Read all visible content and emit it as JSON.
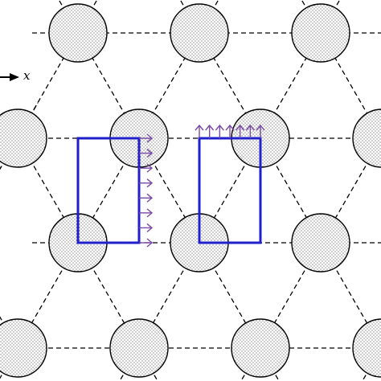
{
  "axis": {
    "label": "x"
  },
  "colors": {
    "lattice": "#000000",
    "particle_outline": "#000000",
    "particle_dots": "#555555",
    "cell": "#1f1fcc",
    "arrows": "#7a4aa8"
  },
  "lattice": {
    "type": "triangular",
    "particle_style": "dotted-disc",
    "bond_style": "dashed"
  },
  "cells": [
    {
      "name": "left-cell",
      "arrow_direction": "right",
      "arrow_count": 8
    },
    {
      "name": "right-cell",
      "arrow_direction": "up",
      "arrow_count": 7
    }
  ]
}
